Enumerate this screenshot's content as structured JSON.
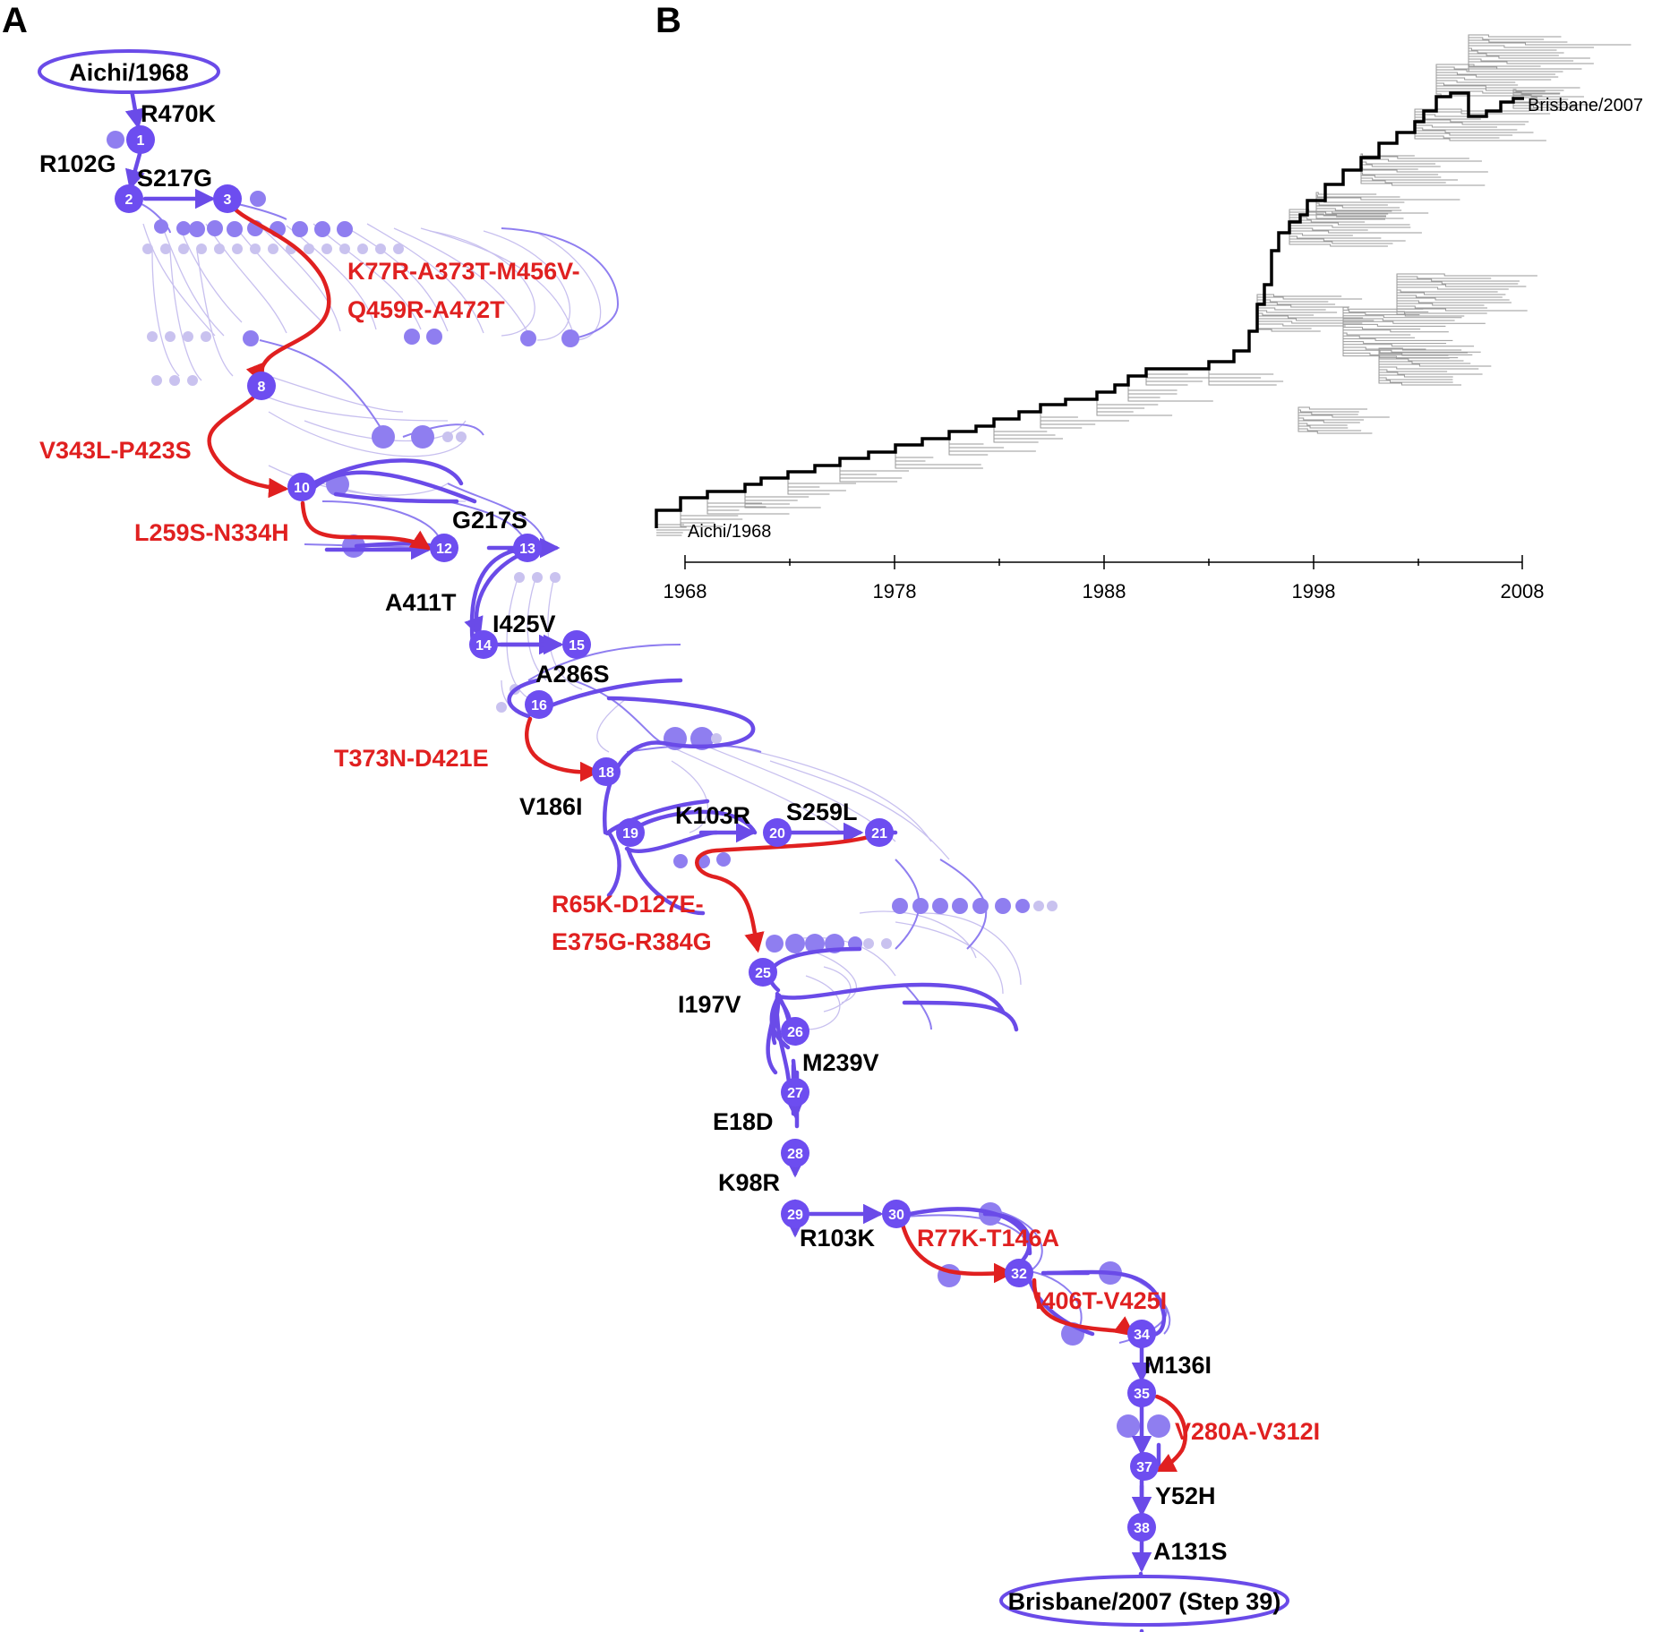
{
  "panels": {
    "a": "A",
    "b": "B"
  },
  "colors": {
    "path": "#6a4be8",
    "node": "#6d4df0",
    "bg_node": "#8f7ef0",
    "faint_node": "#c9c2ef",
    "red": "#e02020",
    "black": "#000000"
  },
  "path_a": {
    "start_label": "Aichi/1968",
    "end_label": "Brisbane/2007 (Step 39)",
    "nodes": [
      "1",
      "2",
      "3",
      "8",
      "10",
      "12",
      "13",
      "14",
      "15",
      "16",
      "18",
      "19",
      "20",
      "21",
      "25",
      "26",
      "27",
      "28",
      "29",
      "30",
      "32",
      "34",
      "35",
      "37",
      "38"
    ],
    "mutations_black": [
      "R470K",
      "R102G",
      "S217G",
      "G217S",
      "A411T",
      "I425V",
      "A286S",
      "V186I",
      "K103R",
      "S259L",
      "I197V",
      "M239V",
      "E18D",
      "K98R",
      "R103K",
      "M136I",
      "Y52H",
      "A131S"
    ],
    "mutations_red": [
      "K77R-A373T-M456V-",
      "Q459R-A472T",
      "V343L-P423S",
      "L259S-N334H",
      "T373N-D421E",
      "R65K-D127E-",
      "E375G-R384G",
      "R77K-T146A",
      "I406T-V425I",
      "V280A-V312I"
    ]
  },
  "tree_b": {
    "tip_start": "Aichi/1968",
    "tip_end": "Brisbane/2007",
    "axis_ticks": [
      "1968",
      "1978",
      "1988",
      "1998",
      "2008"
    ]
  }
}
